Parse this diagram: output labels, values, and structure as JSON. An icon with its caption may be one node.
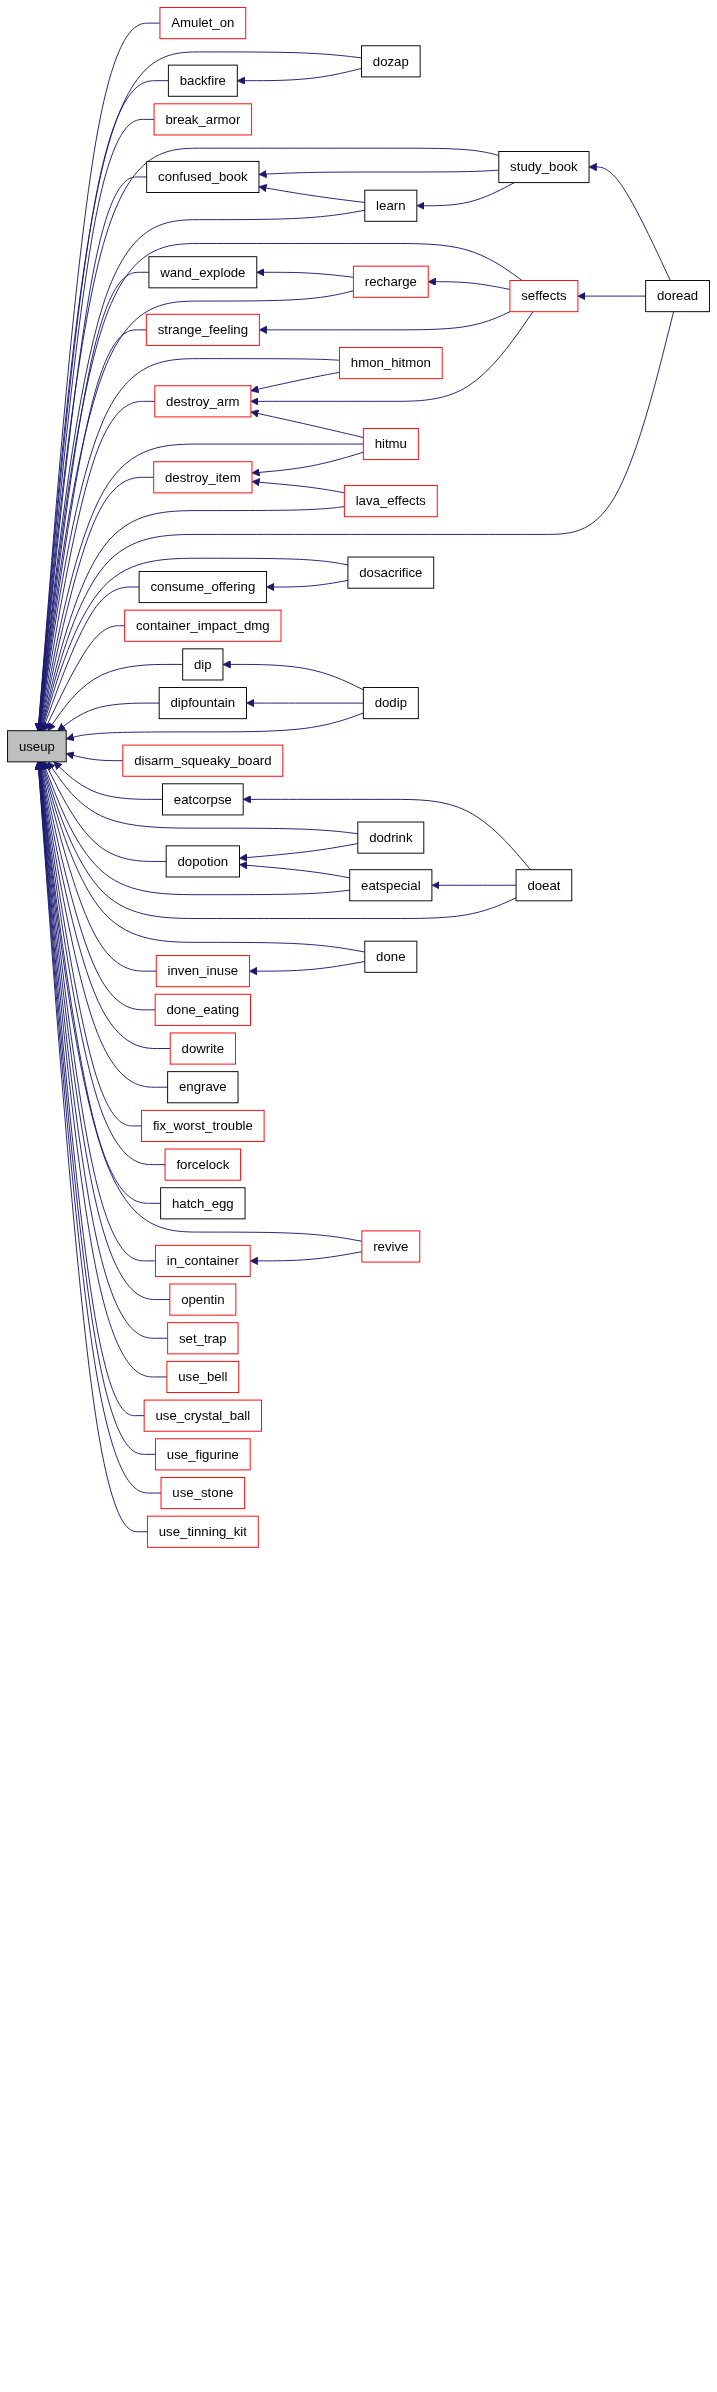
{
  "diagram": {
    "nodes": [
      {
        "text": [
          "useup"
        ]
      },
      {
        "text": [
          "Amulet_on"
        ]
      },
      {
        "text": [
          "dozap"
        ]
      },
      {
        "text": [
          "backfire"
        ]
      },
      {
        "text": [
          "break_armor"
        ]
      },
      {
        "text": [
          "confused_book"
        ]
      },
      {
        "text": [
          "study_book"
        ]
      },
      {
        "text": [
          "learn"
        ]
      },
      {
        "text": [
          "wand_explode"
        ]
      },
      {
        "text": [
          "recharge"
        ]
      },
      {
        "text": [
          "seffects"
        ]
      },
      {
        "text": [
          "doread"
        ]
      },
      {
        "text": [
          "strange_feeling"
        ]
      },
      {
        "text": [
          "hmon_hitmon"
        ]
      },
      {
        "text": [
          "destroy_arm"
        ]
      },
      {
        "text": [
          "hitmu"
        ]
      },
      {
        "text": [
          "destroy_item"
        ]
      },
      {
        "text": [
          "lava_effects"
        ]
      },
      {
        "text": [
          "dosacrifice"
        ]
      },
      {
        "text": [
          "consume_offering"
        ]
      },
      {
        "text": [
          "container_impact_dmg"
        ]
      },
      {
        "text": [
          "dip"
        ]
      },
      {
        "text": [
          "dipfountain"
        ]
      },
      {
        "text": [
          "dodip"
        ]
      },
      {
        "text": [
          "disarm_squeaky_board"
        ]
      },
      {
        "text": [
          "eatcorpse"
        ]
      },
      {
        "text": [
          "dodrink"
        ]
      },
      {
        "text": [
          "dopotion"
        ]
      },
      {
        "text": [
          "eatspecial"
        ]
      },
      {
        "text": [
          "doeat"
        ]
      },
      {
        "text": [
          "done"
        ]
      },
      {
        "text": [
          "inven_inuse"
        ]
      },
      {
        "text": [
          "done_eating"
        ]
      },
      {
        "text": [
          "dowrite"
        ]
      },
      {
        "text": [
          "engrave"
        ]
      },
      {
        "text": [
          "fix_worst_trouble"
        ]
      },
      {
        "text": [
          "forcelock"
        ]
      },
      {
        "text": [
          "hatch_egg"
        ]
      },
      {
        "text": [
          "revive"
        ]
      },
      {
        "text": [
          "in_container"
        ]
      },
      {
        "text": [
          "opentin"
        ]
      },
      {
        "text": [
          "set_trap"
        ]
      },
      {
        "text": [
          "use_bell"
        ]
      },
      {
        "text": [
          "use_crystal_ball"
        ]
      },
      {
        "text": [
          "use_figurine"
        ]
      },
      {
        "text": [
          "use_stone"
        ]
      },
      {
        "text": [
          "use_tinning_kit"
        ]
      }
    ],
    "edges": [
      {
        "from": 1,
        "to": 0,
        "arrow": "to"
      },
      {
        "from": 2,
        "to": 0,
        "arrow": "to"
      },
      {
        "from": 3,
        "to": 0,
        "arrow": "to"
      },
      {
        "from": 2,
        "to": 3,
        "arrow": "to"
      },
      {
        "from": 4,
        "to": 0,
        "arrow": "to"
      },
      {
        "from": 6,
        "to": 0,
        "arrow": "to"
      },
      {
        "from": 5,
        "to": 0,
        "arrow": "to"
      },
      {
        "from": 6,
        "to": 5,
        "arrow": "to"
      },
      {
        "from": 7,
        "to": 5,
        "arrow": "to"
      },
      {
        "from": 7,
        "to": 0,
        "arrow": "to"
      },
      {
        "from": 6,
        "to": 7,
        "arrow": "to"
      },
      {
        "from": 11,
        "to": 6,
        "arrow": "to"
      },
      {
        "from": 10,
        "to": 0,
        "arrow": "to"
      },
      {
        "from": 8,
        "to": 0,
        "arrow": "to"
      },
      {
        "from": 9,
        "to": 8,
        "arrow": "to"
      },
      {
        "from": 9,
        "to": 0,
        "arrow": "to"
      },
      {
        "from": 10,
        "to": 9,
        "arrow": "to"
      },
      {
        "from": 11,
        "to": 10,
        "arrow": "to"
      },
      {
        "from": 12,
        "to": 0,
        "arrow": "to"
      },
      {
        "from": 10,
        "to": 12,
        "arrow": "to"
      },
      {
        "from": 13,
        "to": 0,
        "arrow": "to"
      },
      {
        "from": 13,
        "to": 14,
        "arrow": "to"
      },
      {
        "from": 14,
        "to": 0,
        "arrow": "to"
      },
      {
        "from": 10,
        "to": 14,
        "arrow": "to"
      },
      {
        "from": 15,
        "to": 14,
        "arrow": "to"
      },
      {
        "from": 15,
        "to": 0,
        "arrow": "to"
      },
      {
        "from": 15,
        "to": 16,
        "arrow": "to"
      },
      {
        "from": 16,
        "to": 0,
        "arrow": "to"
      },
      {
        "from": 17,
        "to": 16,
        "arrow": "to"
      },
      {
        "from": 17,
        "to": 0,
        "arrow": "to"
      },
      {
        "from": 11,
        "to": 0,
        "arrow": "to"
      },
      {
        "from": 18,
        "to": 0,
        "arrow": "to"
      },
      {
        "from": 19,
        "to": 0,
        "arrow": "to"
      },
      {
        "from": 18,
        "to": 19,
        "arrow": "to"
      },
      {
        "from": 20,
        "to": 0,
        "arrow": "to"
      },
      {
        "from": 21,
        "to": 0,
        "arrow": "to"
      },
      {
        "from": 23,
        "to": 21,
        "arrow": "to"
      },
      {
        "from": 22,
        "to": 0,
        "arrow": "to"
      },
      {
        "from": 23,
        "to": 22,
        "arrow": "to"
      },
      {
        "from": 23,
        "to": 0,
        "arrow": "to"
      },
      {
        "from": 24,
        "to": 0,
        "arrow": "to"
      },
      {
        "from": 25,
        "to": 0,
        "arrow": "to"
      },
      {
        "from": 29,
        "to": 25,
        "arrow": "to"
      },
      {
        "from": 26,
        "to": 0,
        "arrow": "to"
      },
      {
        "from": 26,
        "to": 27,
        "arrow": "to"
      },
      {
        "from": 27,
        "to": 0,
        "arrow": "to"
      },
      {
        "from": 28,
        "to": 27,
        "arrow": "to"
      },
      {
        "from": 28,
        "to": 0,
        "arrow": "to"
      },
      {
        "from": 29,
        "to": 28,
        "arrow": "to"
      },
      {
        "from": 29,
        "to": 0,
        "arrow": "to"
      },
      {
        "from": 30,
        "to": 0,
        "arrow": "to"
      },
      {
        "from": 30,
        "to": 31,
        "arrow": "to"
      },
      {
        "from": 31,
        "to": 0,
        "arrow": "to"
      },
      {
        "from": 32,
        "to": 0,
        "arrow": "to"
      },
      {
        "from": 33,
        "to": 0,
        "arrow": "to"
      },
      {
        "from": 34,
        "to": 0,
        "arrow": "to"
      },
      {
        "from": 35,
        "to": 0,
        "arrow": "to"
      },
      {
        "from": 36,
        "to": 0,
        "arrow": "to"
      },
      {
        "from": 37,
        "to": 0,
        "arrow": "to"
      },
      {
        "from": 38,
        "to": 0,
        "arrow": "to"
      },
      {
        "from": 38,
        "to": 39,
        "arrow": "to"
      },
      {
        "from": 39,
        "to": 0,
        "arrow": "to"
      },
      {
        "from": 40,
        "to": 0,
        "arrow": "to"
      },
      {
        "from": 41,
        "to": 0,
        "arrow": "to"
      },
      {
        "from": 42,
        "to": 0,
        "arrow": "to"
      },
      {
        "from": 43,
        "to": 0,
        "arrow": "to"
      },
      {
        "from": 44,
        "to": 0,
        "arrow": "to"
      },
      {
        "from": 45,
        "to": 0,
        "arrow": "to"
      },
      {
        "from": 46,
        "to": 0,
        "arrow": "to"
      }
    ]
  }
}
